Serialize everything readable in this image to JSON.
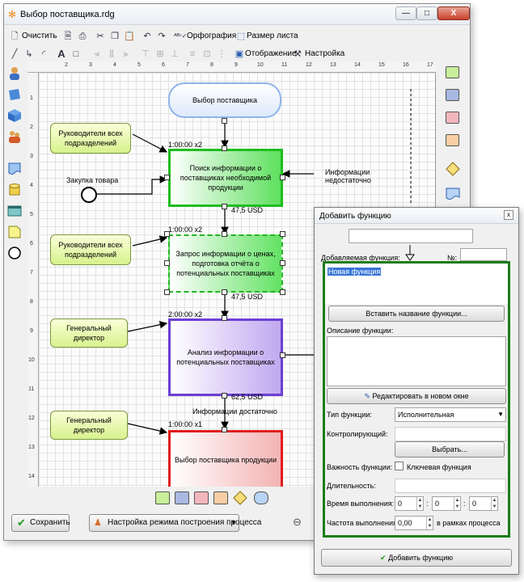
{
  "window": {
    "title": "Выбор поставщика.rdg",
    "min": "—",
    "max": "□",
    "close": "X"
  },
  "toolbar": {
    "clear": "Очистить",
    "spelling": "Орфография",
    "sheet_size": "Размер листа",
    "display": "Отображение",
    "settings": "Настройка"
  },
  "ruler_top": [
    "2",
    "3",
    "4",
    "5",
    "6",
    "7",
    "8",
    "9",
    "10",
    "11",
    "12",
    "13",
    "14",
    "15",
    "16",
    "17"
  ],
  "ruler_left": [
    "1",
    "2",
    "3",
    "4",
    "5",
    "6",
    "7",
    "8",
    "9",
    "10",
    "11",
    "12",
    "13",
    "14"
  ],
  "diagram": {
    "start": "Выбор поставщика",
    "org1": "Руководители всех подразделений",
    "org2": "Руководители всех подразделений",
    "org3": "Генеральный директор",
    "org4": "Генеральный директор",
    "event": "Закупка товара",
    "f1": "Поиск информации о поставщиках необходимой продукции",
    "f2": "Запрос информации о ценах, подготовка отчёта о потенциальных поставщиках",
    "f3": "Анализ информации о потенциальных поставщиках",
    "f4": "Выбор поставщика продукции",
    "t1": "1:00:00 x2",
    "t2": "1:00:00 x2",
    "t3": "2:00:00 x2",
    "t4": "1:00:00 x1",
    "c1": "47,5 USD",
    "c2": "47,5 USD",
    "c3": "62,5 USD",
    "info_not_enough": "Информации недостаточно",
    "info_enough": "Информации достаточно"
  },
  "bottom": {
    "save": "Сохранить",
    "mode": "Настройка режима построения процесса"
  },
  "dialog": {
    "title": "Добавить функцию",
    "close": "x",
    "added_function_label": "Добавляемая функция:",
    "number_label": "№:",
    "new_function": "Новая функция",
    "insert_name_button": "Вставить название функции...",
    "description_label": "Описание функции:",
    "edit_in_window_button": "Редактировать в новом окне",
    "type_label": "Тип функции:",
    "type_value": "Исполнительная",
    "controller_label": "Контролирующий:",
    "choose_button": "Выбрать...",
    "importance_label": "Важность функции:",
    "key_function": "Ключевая функция",
    "duration_label": "Длительность:",
    "exec_time_label": "Время выполнения:",
    "time_h": "0",
    "time_m": "0",
    "time_s": "0",
    "frequency_label": "Частота выполнения:",
    "frequency_value": "0,00",
    "frequency_suffix": "в рамках процесса",
    "add_button": "Добавить функцию"
  },
  "colors": {
    "green": "#1fbd1f",
    "purple": "#6c3fd4",
    "red": "#e01c1c",
    "frame": "#1b7d1b"
  }
}
